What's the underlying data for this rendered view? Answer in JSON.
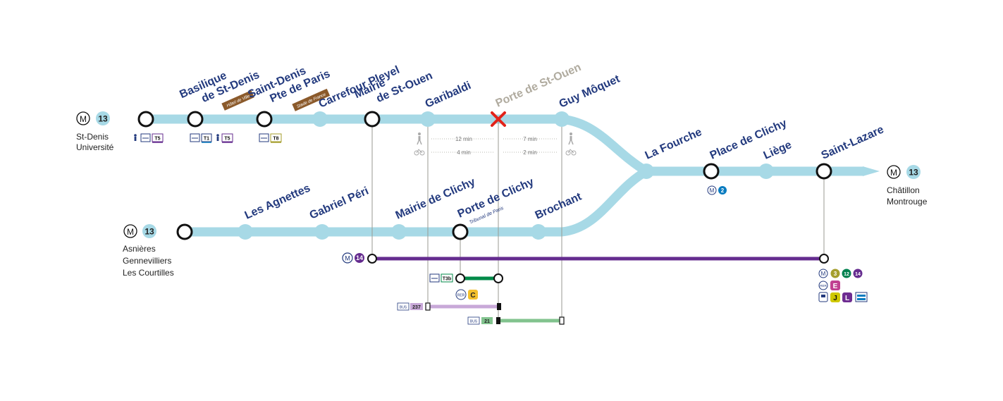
{
  "metro_line": {
    "number": "13",
    "color": "#a7d9e6",
    "mode_glyph": "M"
  },
  "termini": {
    "north_west": {
      "lines": [
        "St-Denis",
        "Université"
      ]
    },
    "south_west": {
      "lines": [
        "Asnières",
        "Gennevilliers",
        "Les Courtilles"
      ]
    },
    "south": {
      "lines": [
        "Châtillon",
        "Montrouge"
      ]
    }
  },
  "stations_north": [
    {
      "name_lines": [
        "Basilique",
        "de St-Denis"
      ],
      "tag": "Hôtel de Ville"
    },
    {
      "name_lines": [
        "Saint-Denis",
        "Pte de Paris"
      ],
      "tag": "Stade de France"
    },
    {
      "name_lines": [
        "Carrefour Pleyel"
      ]
    },
    {
      "name_lines": [
        "Mairie",
        "de St-Ouen"
      ]
    },
    {
      "name_lines": [
        "Garibaldi"
      ]
    },
    {
      "name_lines": [
        "Porte de St-Ouen"
      ],
      "status": "closed"
    },
    {
      "name_lines": [
        "Guy Môquet"
      ]
    }
  ],
  "stations_south": [
    {
      "name_lines": [
        "Les Agnettes"
      ]
    },
    {
      "name_lines": [
        "Gabriel Péri"
      ]
    },
    {
      "name_lines": [
        "Mairie de Clichy"
      ]
    },
    {
      "name_lines": [
        "Porte de Clichy"
      ],
      "tag": "Tribunal de Paris"
    },
    {
      "name_lines": [
        "Brochant"
      ]
    }
  ],
  "stations_trunk": [
    {
      "name_lines": [
        "La Fourche"
      ]
    },
    {
      "name_lines": [
        "Place de Clichy"
      ]
    },
    {
      "name_lines": [
        "Liège"
      ]
    },
    {
      "name_lines": [
        "Saint-Lazare"
      ]
    }
  ],
  "connections": {
    "st_denis_universite": [
      "T5"
    ],
    "basilique": [
      "T1",
      "T5"
    ],
    "pte_de_paris": [
      "T8"
    ],
    "place_de_clichy_metro": "2",
    "line14": "14",
    "tram_t3b": "T3b",
    "rer_c": "C",
    "saint_lazare_metro": [
      "3",
      "12",
      "14"
    ],
    "saint_lazare_rer": "E",
    "saint_lazare_train": [
      "J",
      "L"
    ]
  },
  "buses": [
    {
      "mode": "BUS",
      "line": "237"
    },
    {
      "mode": "BUS",
      "line": "21"
    }
  ],
  "mode_labels": {
    "rer": "RER",
    "bus": "BUS"
  },
  "times": {
    "walk_left": "12 min",
    "walk_right": "7 min",
    "bike_left": "4 min",
    "bike_right": "2 min"
  },
  "colors": {
    "line13": "#a7d9e6",
    "line14": "#652c8f",
    "t3b": "#008a48",
    "bus237": "#c8a8d8",
    "bus21": "#82c38e",
    "closed_cross": "#e2231a",
    "label_blue": "#233a7e",
    "tag_brown": "#8b5a2b",
    "m2": "#0a7cc0",
    "m3": "#a59e2d",
    "m12": "#00814f",
    "m14": "#652c8f",
    "rer_c": "#f3c02e",
    "rer_e": "#c04191",
    "train_j": "#cfc800",
    "train_l": "#6e2c91"
  }
}
